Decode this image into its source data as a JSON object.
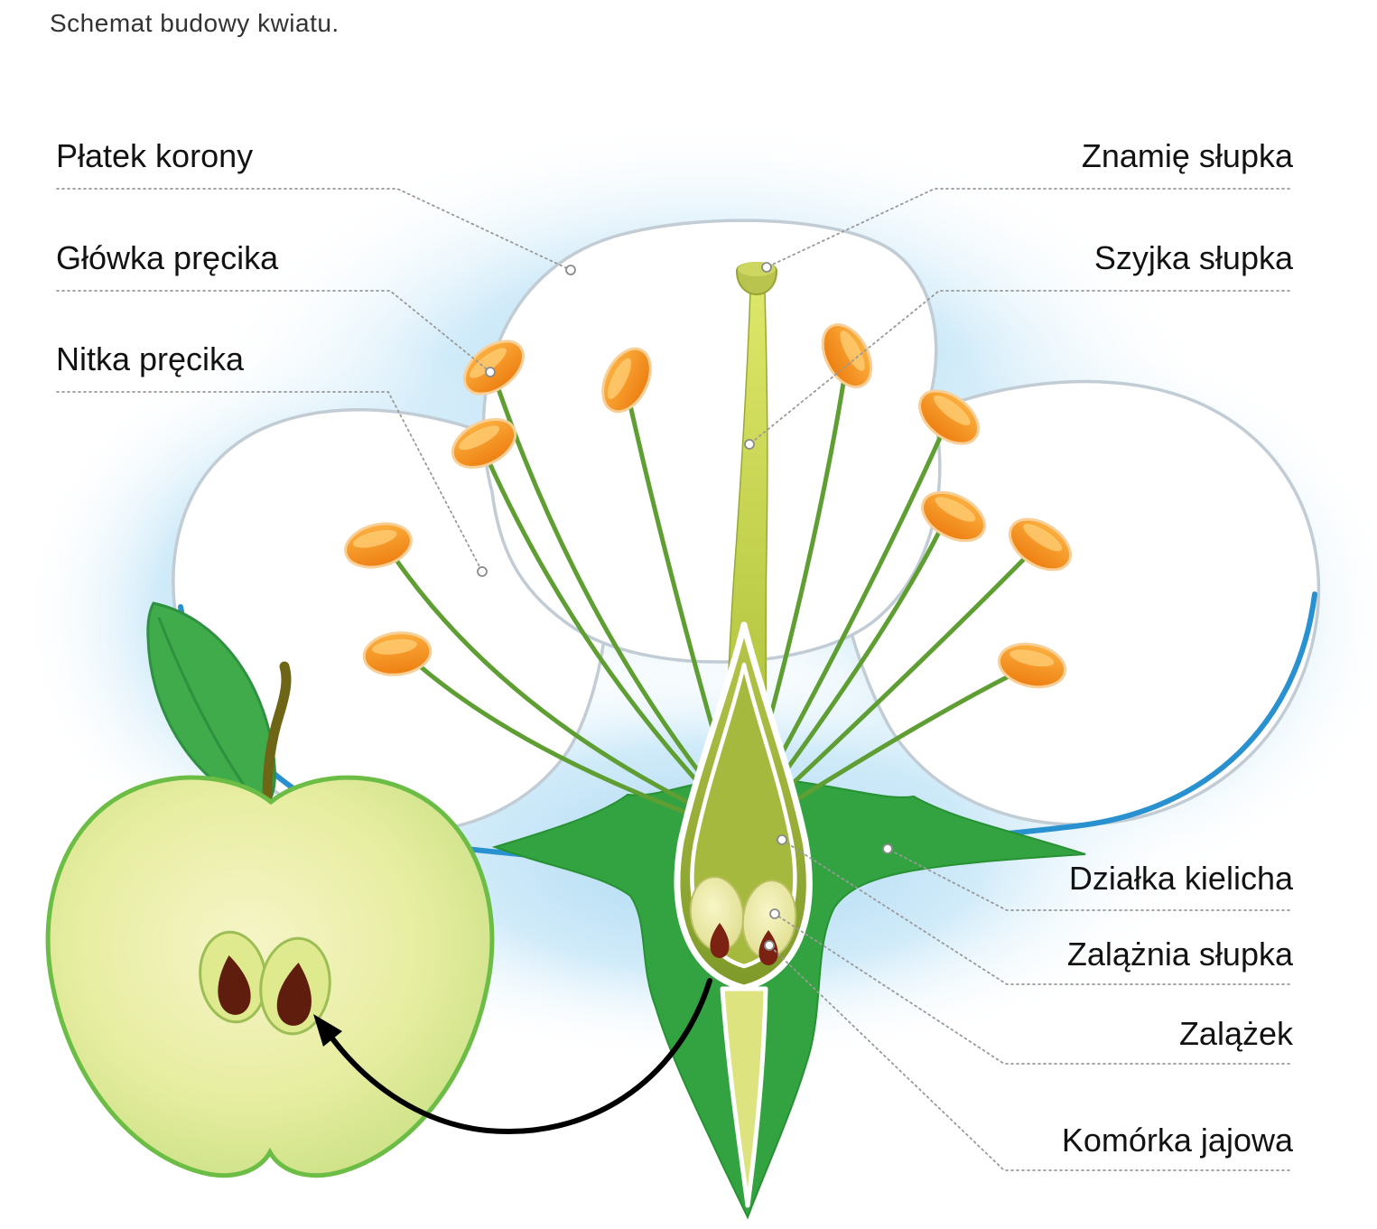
{
  "title": "Schemat budowy kwiatu.",
  "labels": {
    "platek_korony": "Płatek korony",
    "glowka_precika": "Główka pręcika",
    "nitka_precika": "Nitka pręcika",
    "znamie_slupka": "Znamię słupka",
    "szyjka_slupka": "Szyjka słupka",
    "dzialka_kielicha": "Działka kielicha",
    "zalaznia_slupka": "Zalążnia słupka",
    "zalazek": "Zalążek",
    "komorka_jajowa": "Komórka jajowa"
  },
  "colors": {
    "background": "#ffffff",
    "halo_blue": "#a3d6f2",
    "petal_white": "#ffffff",
    "petal_outline": "#c2ccd4",
    "petal_accent_blue": "#2a91d0",
    "sepal_green": "#33a342",
    "filament_green": "#5f9e33",
    "anther_orange": "#f4941f",
    "pistil_yellow_green": "#c3cf4e",
    "ovary_olive": "#9cb335",
    "ovule_cream": "#f3f1b2",
    "egg_cell_dark_red": "#7c2213",
    "apple_flesh": "#eef2b6",
    "apple_outline": "#6cbd45",
    "leaf_green": "#3fab4a",
    "arrow_black": "#000000",
    "label_text": "#121212",
    "leader_line_gray": "#999999"
  }
}
